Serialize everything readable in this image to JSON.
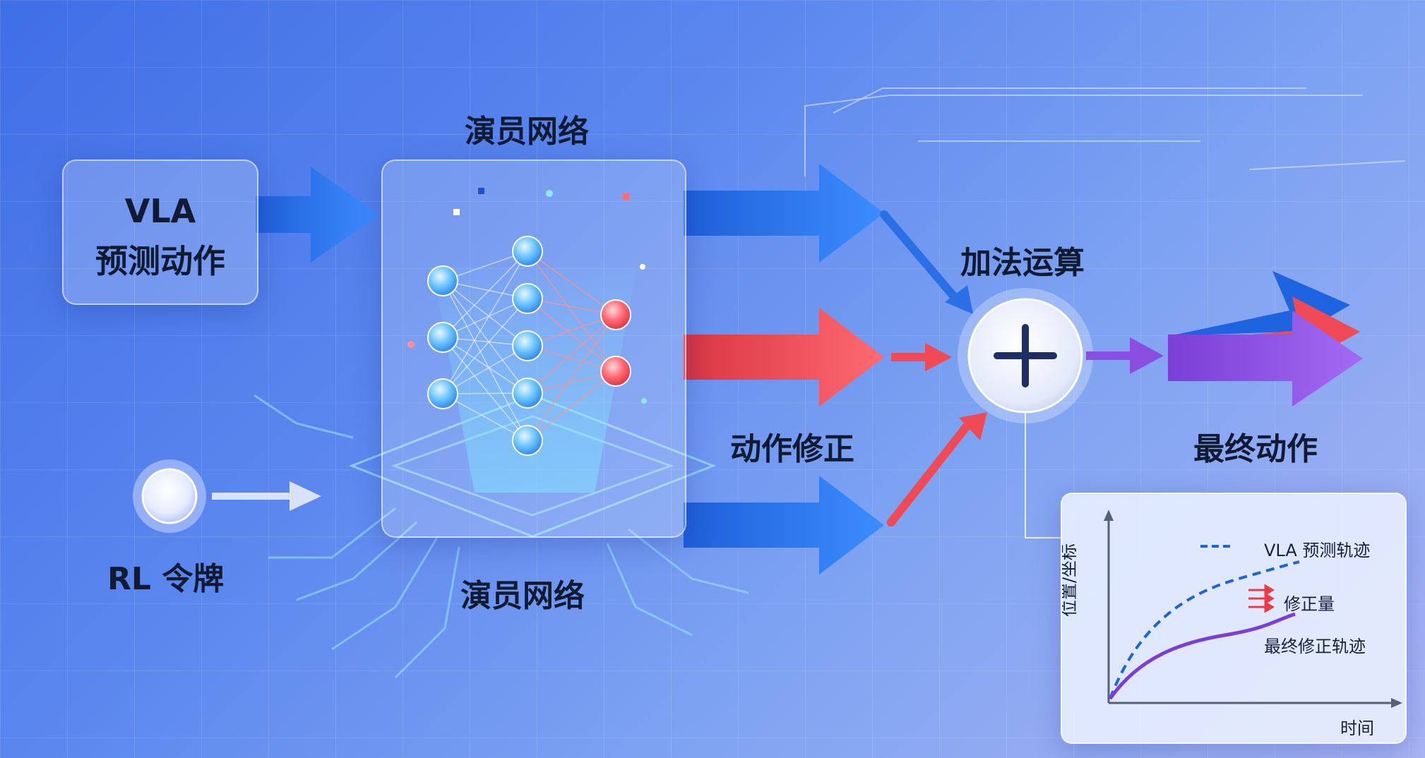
{
  "labels": {
    "vla_line1": "VLA",
    "vla_line2": "预测动作",
    "actor_top": "演员网络",
    "actor_bottom": "演员网络",
    "rl_token": "RL 令牌",
    "add_op": "加法运算",
    "correction": "动作修正",
    "final_action": "最终动作"
  },
  "icons": {
    "plus": "plus-icon",
    "rl_token": "orb-icon",
    "network": "neural-network-icon"
  },
  "colors": {
    "blue_arrow": "#1e63e0",
    "red_arrow": "#ef4a55",
    "purple_arrow": "#8a4fe0",
    "text": "#111a33"
  },
  "inset_chart": {
    "ylabel": "位置/坐标",
    "xlabel": "时间",
    "legend": {
      "vla": "VLA 预测轨迹",
      "correction": "修正量",
      "final": "最终修正轨迹"
    }
  }
}
